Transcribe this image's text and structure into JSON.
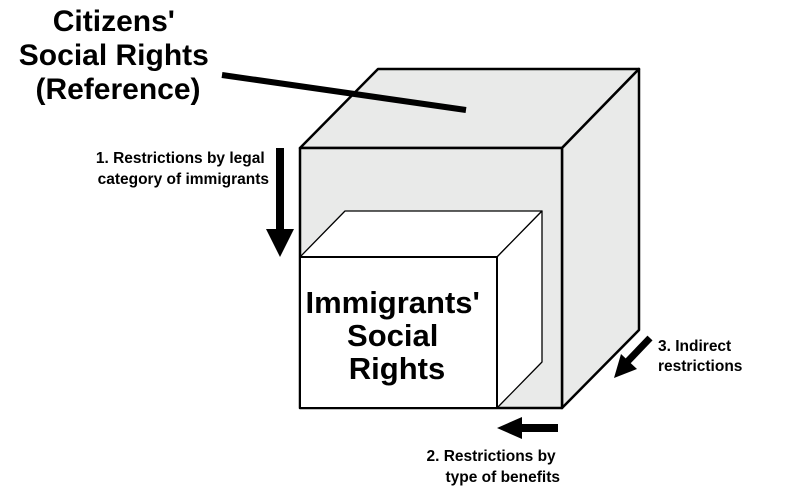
{
  "title_label": {
    "lines": [
      "Citizens'",
      "Social Rights",
      "(Reference)"
    ]
  },
  "inner_box_label": {
    "lines": [
      "Immigrants'",
      "Social",
      "Rights"
    ]
  },
  "restriction_legal": {
    "lines": [
      "1. Restrictions by legal",
      "category of immigrants"
    ]
  },
  "restriction_benefits": {
    "lines": [
      "2. Restrictions by",
      "type of benefits"
    ]
  },
  "restriction_indirect": {
    "lines": [
      "3. Indirect",
      "restrictions"
    ]
  },
  "colors": {
    "outer_cube_fill": "#e9eae9",
    "inner_box_front_fill": "#ffffff",
    "inner_box_side_fill": "#ffffff",
    "stroke": "#000000"
  }
}
